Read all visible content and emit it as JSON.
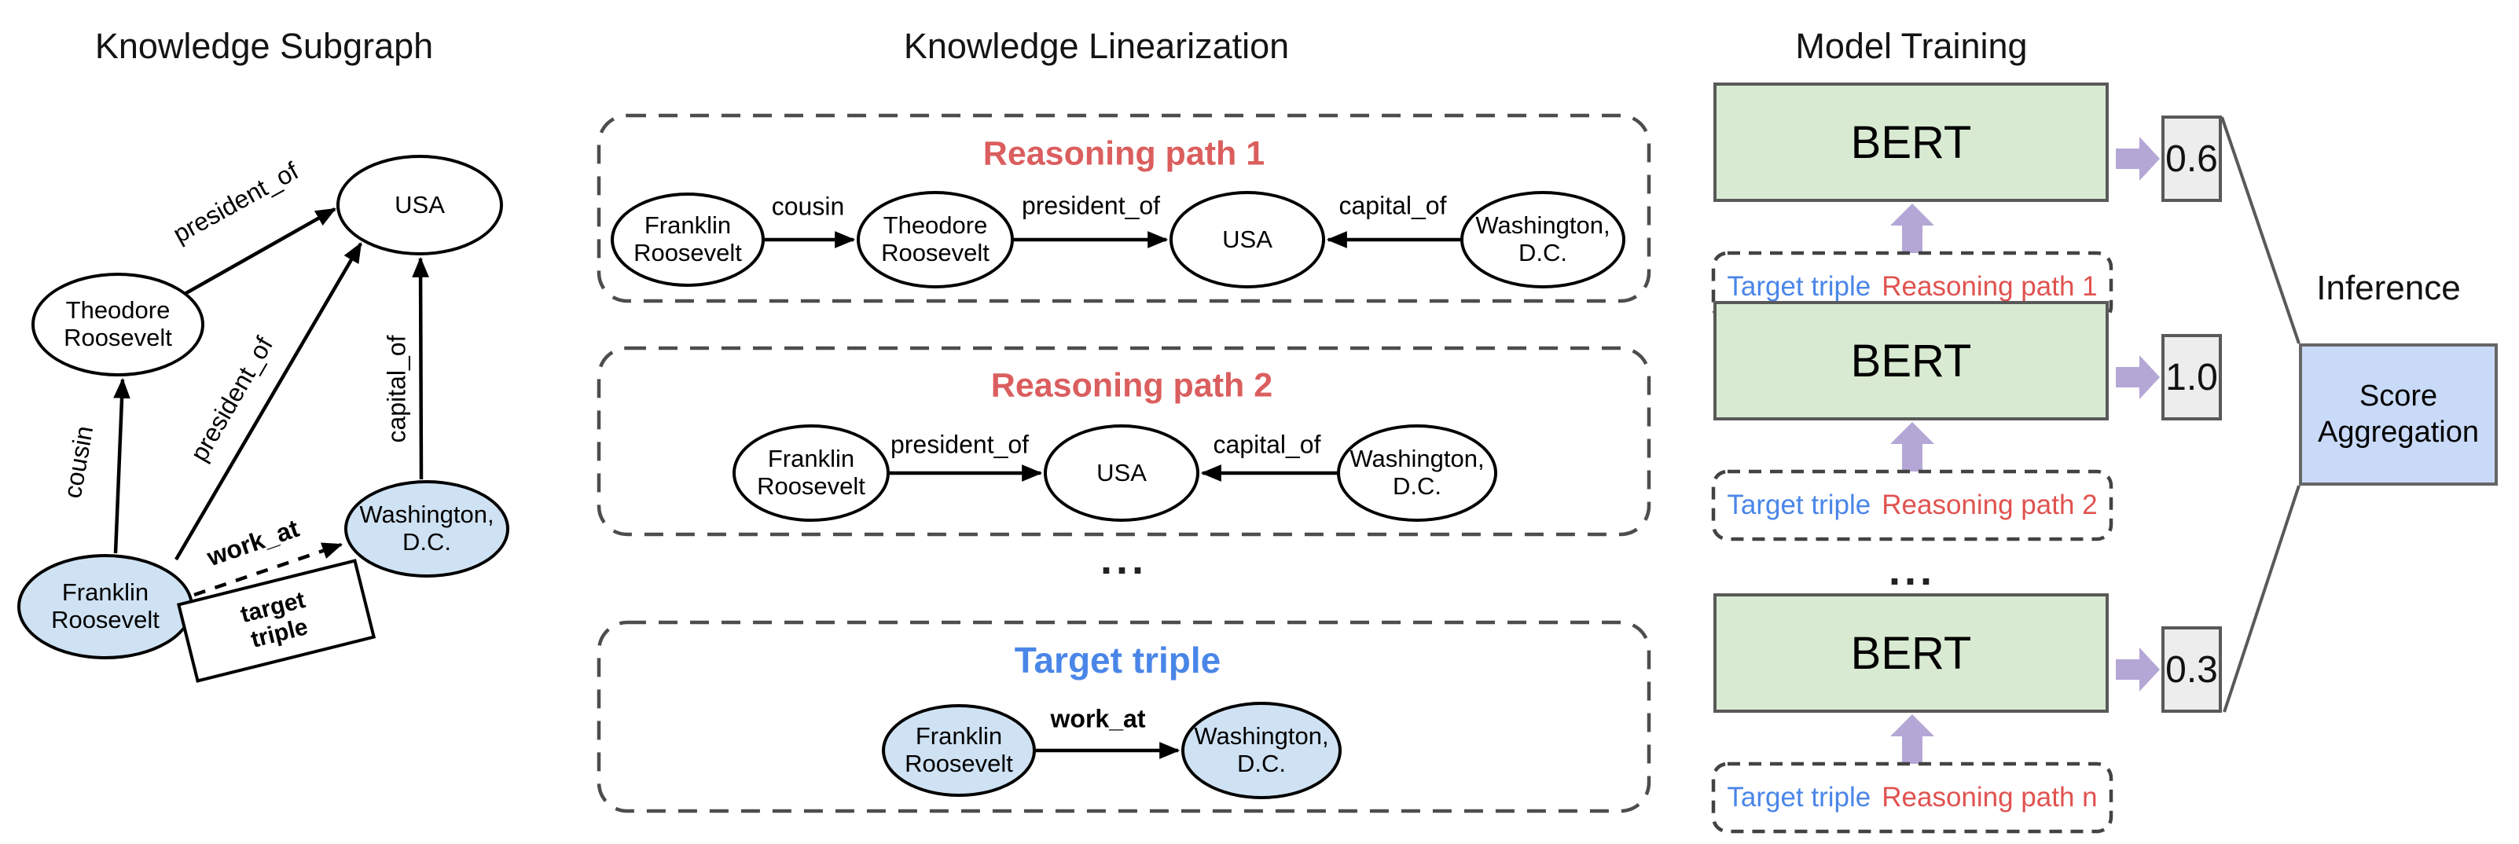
{
  "titles": {
    "subgraph": "Knowledge Subgraph",
    "linearization": "Knowledge Linearization",
    "training": "Model Training"
  },
  "colors": {
    "node_blue_fill": "#cfe2f3",
    "bert_green_fill": "#d9ead3",
    "score_gray_fill": "#ededed",
    "aggregation_blue_fill": "#c9daf8",
    "arrow_purple": "#b4a7d6",
    "label_red": "#db5e5e",
    "label_blue": "#4a86e8",
    "dashed_border_gray": "#4d4d4d"
  },
  "subgraph": {
    "nodes": {
      "usa": "USA",
      "theodore": "Theodore Roosevelt",
      "franklin": "Franklin Roosevelt",
      "washington": "Washington, D.C."
    },
    "edge_labels": {
      "president_of_tr": "president_of",
      "cousin": "cousin",
      "president_of_fr": "president_of",
      "capital_of": "capital_of",
      "work_at": "work_at"
    },
    "target_triple": {
      "line1": "target",
      "line2": "triple"
    }
  },
  "linearization": {
    "paths": [
      {
        "title": "Reasoning path 1",
        "nodes": [
          "Franklin Roosevelt",
          "Theodore Roosevelt",
          "USA",
          "Washington, D.C."
        ],
        "edge_labels": [
          "cousin",
          "president_of",
          "capital_of"
        ]
      },
      {
        "title": "Reasoning path 2",
        "nodes": [
          "Franklin Roosevelt",
          "USA",
          "Washington, D.C."
        ],
        "edge_labels": [
          "president_of",
          "capital_of"
        ]
      },
      {
        "title": "Target triple",
        "nodes": [
          "Franklin Roosevelt",
          "Washington, D.C."
        ],
        "edge_labels": [
          "work_at"
        ]
      }
    ],
    "ellipsis": "..."
  },
  "training": {
    "bert_label": "BERT",
    "rows": [
      {
        "score": "0.6",
        "input_blue": "Target triple",
        "input_red": "Reasoning path 1"
      },
      {
        "score": "1.0",
        "input_blue": "Target triple",
        "input_red": "Reasoning path 2"
      },
      {
        "score": "0.3",
        "input_blue": "Target triple",
        "input_red": "Reasoning path n"
      }
    ],
    "ellipsis": "..."
  },
  "inference": {
    "label": "Inference",
    "box_line1": "Score",
    "box_line2": "Aggregation"
  }
}
